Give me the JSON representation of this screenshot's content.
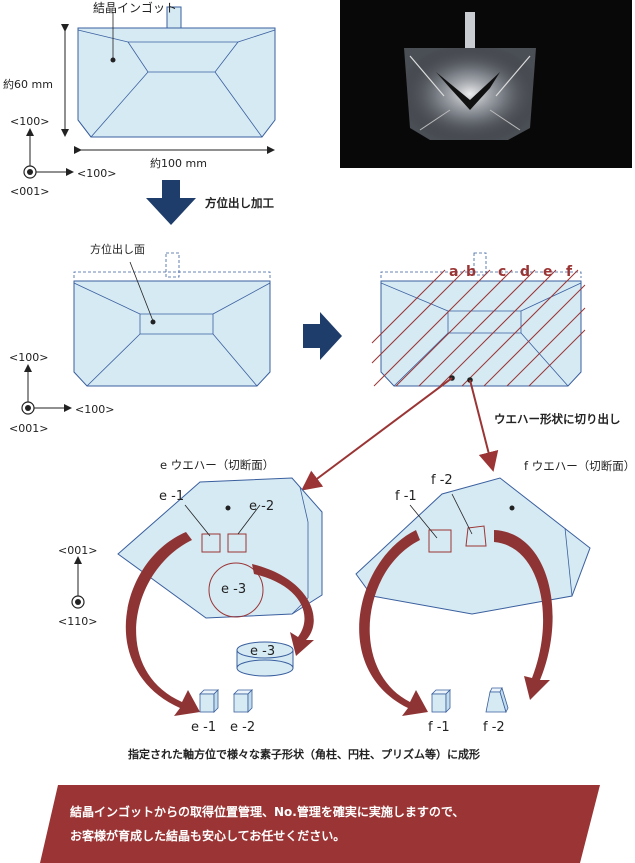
{
  "top": {
    "ingot_label": "結晶インゴット",
    "height_label": "約60 mm",
    "width_label": "約100 mm"
  },
  "axes": {
    "a_up": "<100>",
    "a_right": "<100>",
    "a_out": "<001>",
    "b_up": "<100>",
    "b_right": "<100>",
    "b_out": "<001>",
    "c_up": "<001>",
    "c_out": "<110>"
  },
  "process": {
    "orient_step": "方位出し加工",
    "orient_face": "方位出し面",
    "cut_wafer": "ウエハー形状に切り出し"
  },
  "wafer_letters": [
    "a",
    "b",
    "c",
    "d",
    "e",
    "f"
  ],
  "e_wafer": {
    "title": "e ウエハー（切断面）",
    "e1": "e -1",
    "e2": "e -2",
    "e3": "e -3",
    "disk": "e -3",
    "out1": "e -1",
    "out2": "e -2"
  },
  "f_wafer": {
    "title": "f ウエハー（切断面）",
    "f1": "f -1",
    "f2": "f -2",
    "out1": "f -1",
    "out2": "f -2"
  },
  "caption": "指定された軸方位で様々な素子形状（角柱、円柱、プリズム等）に成形",
  "banner": {
    "line1": "結晶インゴットからの取得位置管理、No.管理を確実に実施しますので、",
    "line2": "お客様が育成した結晶も安心してお任せください。"
  },
  "colors": {
    "crystal_fill": "#d6eaf4",
    "crystal_stroke": "#3a5f9e",
    "accent_red": "#9b3535",
    "arrow_navy": "#1f3d6b",
    "banner": "#9b3535"
  }
}
